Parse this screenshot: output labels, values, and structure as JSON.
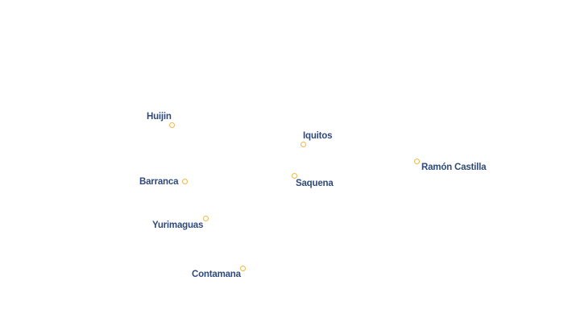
{
  "map": {
    "marker_color": "#f0b64a",
    "label_color": "#2f4a7a",
    "places": [
      {
        "id": "huijin",
        "name": "Huijin"
      },
      {
        "id": "iquitos",
        "name": "Iquitos"
      },
      {
        "id": "ramon-castilla",
        "name": "Ramón Castilla"
      },
      {
        "id": "barranca",
        "name": "Barranca"
      },
      {
        "id": "saquena",
        "name": "Saquena"
      },
      {
        "id": "yurimaguas",
        "name": "Yurimaguas"
      },
      {
        "id": "contamana",
        "name": "Contamana"
      }
    ]
  }
}
